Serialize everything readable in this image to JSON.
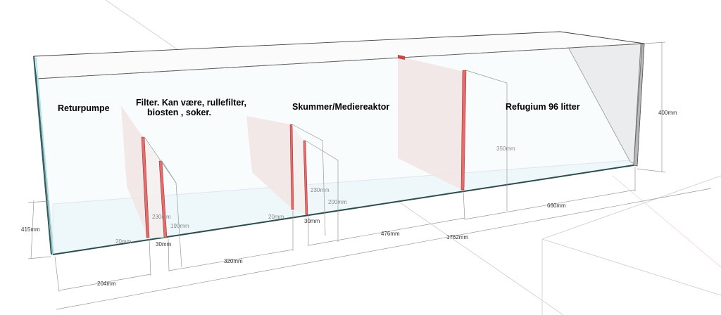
{
  "labels": {
    "returpumpe": "Returpumpe",
    "filter_line1": "Filter. Kan være, rullefilter,",
    "filter_line2": "biosten , soker.",
    "skummer": "Skummer/Mediereaktor",
    "refugium": "Refugium 96 litter"
  },
  "dimensions": {
    "height_right": "400mm",
    "height_left": "415mm",
    "section1_width": "204mm",
    "section2_width": "320mm",
    "section3_width": "476mm",
    "total_length": "1762mm",
    "refugium_width": "660mm",
    "refugium_baffle_height": "350mm",
    "filter_baffle1_height": "230mm",
    "filter_baffle2_height": "190mm",
    "filter_gap1": "20mm",
    "filter_gap2": "30mm",
    "skimmer_gap1": "20mm",
    "skimmer_gap2": "30mm",
    "skimmer_baffle1_height": "230mm",
    "skimmer_baffle2_height": "200mm"
  },
  "colors": {
    "glass": "#eef8fb",
    "baffle": "#f2e6e6",
    "baffle_edge": "#e86a6a",
    "back_panel": "#b8b8b8"
  }
}
